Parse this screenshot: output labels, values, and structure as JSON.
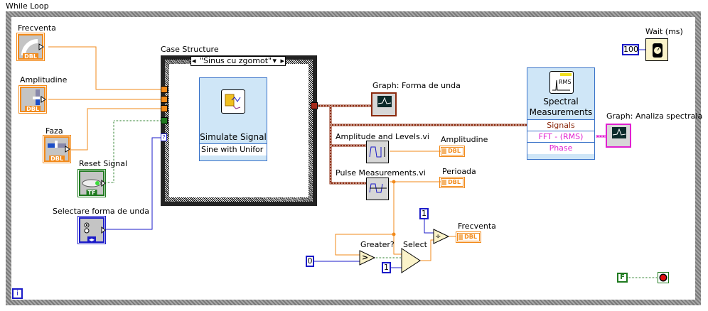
{
  "loop": {
    "title": "While Loop",
    "iteration_terminal": "i",
    "stop_constant": "F"
  },
  "case_structure": {
    "title": "Case Structure",
    "selected_case": "\"Sinus cu zgomot\"",
    "selector_terminal": "?"
  },
  "controls": {
    "frecventa": {
      "label": "Frecventa",
      "type": "DBL",
      "icon": "knob-icon"
    },
    "amplitudine": {
      "label": "Amplitudine",
      "type": "DBL",
      "icon": "vertical-slider-icon"
    },
    "faza": {
      "label": "Faza",
      "type": "DBL",
      "icon": "horizontal-slider-icon"
    },
    "reset_signal": {
      "label": "Reset Signal",
      "type": "TF",
      "icon": "boolean-switch-icon"
    },
    "selectare": {
      "label": "Selectare forma de unda",
      "type": "enum",
      "icon": "radio-buttons-icon"
    }
  },
  "simulate_signal": {
    "title": "Simulate Signal",
    "output": "Sine with Unifor"
  },
  "graph_waveform": {
    "label": "Graph: Forma de unda"
  },
  "graph_spectral": {
    "label": "Graph:  Analiza spectrala"
  },
  "spectral": {
    "title": "Spectral Measurements",
    "line1": "Spectral",
    "line2": "Measurements",
    "rows": [
      "Signals",
      "FFT - (RMS)",
      "Phase"
    ],
    "icon_text": "RMS"
  },
  "amplitude_vi": {
    "label": "Amplitude and Levels.vi"
  },
  "pulse_vi": {
    "label": "Pulse Measurements.vi"
  },
  "indicators": {
    "amplitudine": {
      "label": "Amplitudine",
      "type": "DBL"
    },
    "perioada": {
      "label": "Perioada",
      "type": "DBL"
    },
    "frecventa": {
      "label": "Frecventa",
      "type": "DBL"
    }
  },
  "wait": {
    "label": "Wait (ms)",
    "constant": "100"
  },
  "greater": {
    "label": "Greater?",
    "constant": "0",
    "symbol": ">"
  },
  "select": {
    "label": "Select",
    "constant": "1"
  },
  "divide": {
    "constant": "1",
    "symbol": "÷"
  },
  "colors": {
    "numeric_wire": "#f28a1a",
    "boolean_wire": "#1f7a1f",
    "enum_wire": "#1b1bc8",
    "waveform_wire": "#8b2a0e",
    "spectral_wire": "#e020d0"
  }
}
